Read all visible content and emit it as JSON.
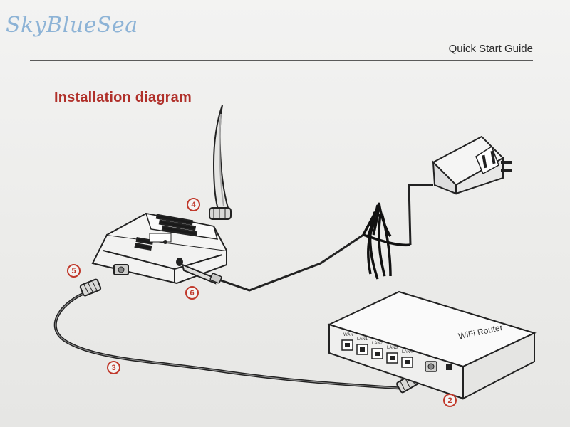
{
  "header": {
    "watermark": "SkyBlueSea",
    "guide_title": "Quick Start Guide"
  },
  "diagram": {
    "title": "Installation diagram",
    "steps": [
      "2",
      "3",
      "4",
      "5",
      "6"
    ],
    "router": {
      "label": "WiFi Router",
      "ports": [
        "WAN",
        "LAN1",
        "LAN2",
        "LAN3",
        "LAN4"
      ]
    }
  },
  "colors": {
    "accent_red": "#b0302a",
    "watermark_blue": "#8db3d6"
  }
}
